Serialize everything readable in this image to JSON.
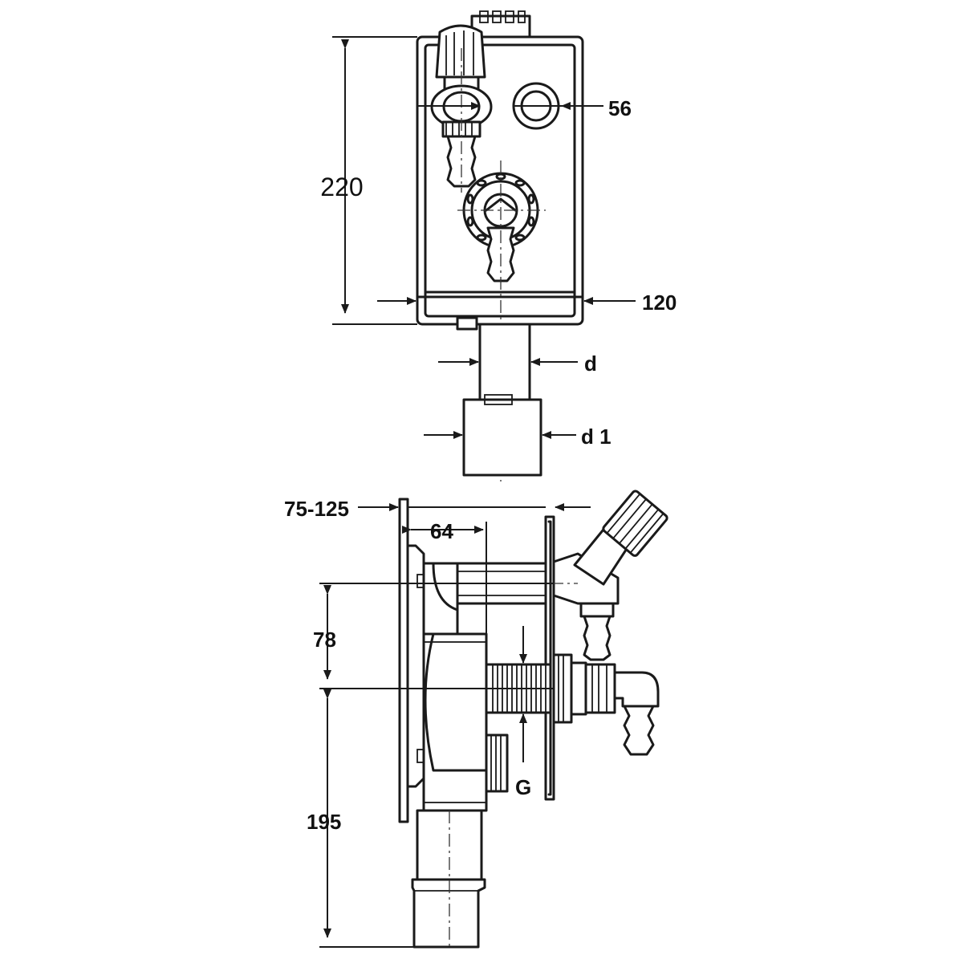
{
  "dimensions": {
    "height_220": "220",
    "d56": "56",
    "width_120": "120",
    "d": "d",
    "d1": "d 1",
    "range": "75-125",
    "depth_64": "64",
    "h78": "78",
    "h195": "195",
    "thread_g": "G"
  },
  "colors": {
    "line": "#1a1a1a",
    "background": "#ffffff"
  }
}
